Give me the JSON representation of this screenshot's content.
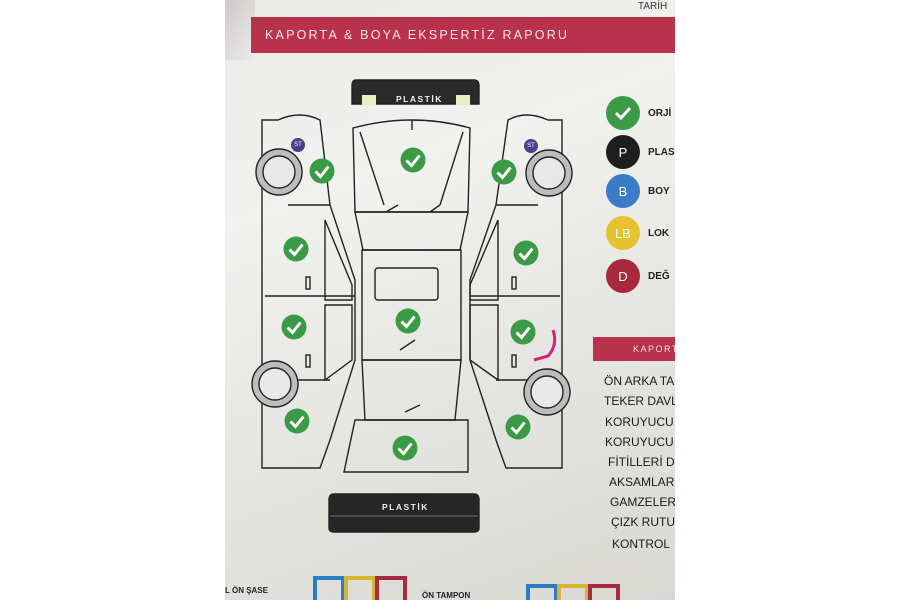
{
  "header": {
    "top_right_text": "TARİH",
    "title": "KAPORTA & BOYA EKSPERTİZ RAPORU"
  },
  "diagram": {
    "front_bumper_label": "PLASTİK",
    "rear_bumper_label": "PLASTİK",
    "st_badge": "ST",
    "check_count": 11,
    "check_color": "#3b9a45"
  },
  "legend": [
    {
      "symbol": "check-icon",
      "label": "ORJİ",
      "color": "#3b9a45"
    },
    {
      "symbol": "P",
      "label": "PLAS",
      "color": "#1e1e1e"
    },
    {
      "symbol": "B",
      "label": "BOY",
      "color": "#3a7cc8"
    },
    {
      "symbol": "LB",
      "label": "LOK",
      "color": "#e6c22e"
    },
    {
      "symbol": "D",
      "label": "DEĞ",
      "color": "#a8283c"
    }
  ],
  "kaporta": {
    "banner": "KAPORT",
    "lines": [
      "ÖN ARKA TAM",
      "TEKER DAVL",
      "KORUYUCU",
      "KORUYUCU",
      "FİTİLLERİ D",
      "AKSAMLAR",
      "GAMZELER",
      "ÇIZK RUTU",
      "KONTROL"
    ]
  },
  "bottom": {
    "left_label": "L ÖN ŞASE",
    "middle_label": "ÖN TAMPON"
  },
  "colors": {
    "accent": "#b8324c"
  }
}
